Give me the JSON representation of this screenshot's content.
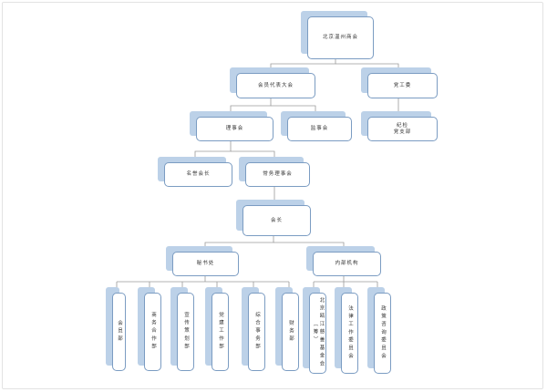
{
  "org_chart": {
    "nodes": {
      "chamber": "北京温州商会",
      "congress": "会员代表大会",
      "party": "党工委",
      "council": "理事会",
      "supervisors": "监事会",
      "discipline": "纪检\n党支部",
      "honorary": "名誉会长",
      "standing": "常务理事会",
      "president": "会长",
      "secretariat": "秘书处",
      "internal": "内部机构",
      "dept_member": "会员部",
      "dept_business": "商务合作部",
      "dept_planning": "宣传策划部",
      "dept_youth": "党建工作部",
      "dept_general": "综合事务部",
      "dept_finance": "财务部",
      "fund": "北京瓯江慈善基金会（筹）",
      "legal": "法律工作委员会",
      "advisory": "政策咨询委员会"
    }
  }
}
